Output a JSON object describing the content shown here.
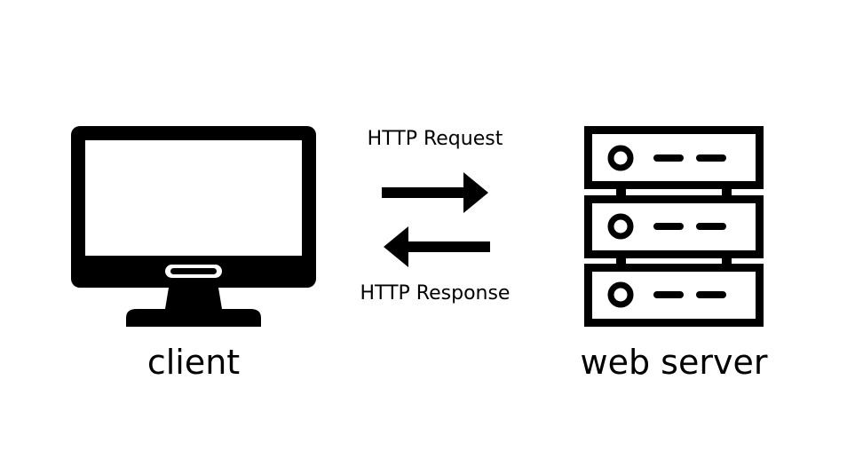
{
  "nodes": {
    "client": {
      "label": "client",
      "icon": "monitor-icon"
    },
    "server": {
      "label": "web server",
      "icon": "server-rack-icon"
    }
  },
  "edges": {
    "request": {
      "label": "HTTP Request",
      "direction": "client-to-server"
    },
    "response": {
      "label": "HTTP Response",
      "direction": "server-to-client"
    }
  },
  "colors": {
    "foreground": "#000000",
    "background": "#ffffff"
  }
}
